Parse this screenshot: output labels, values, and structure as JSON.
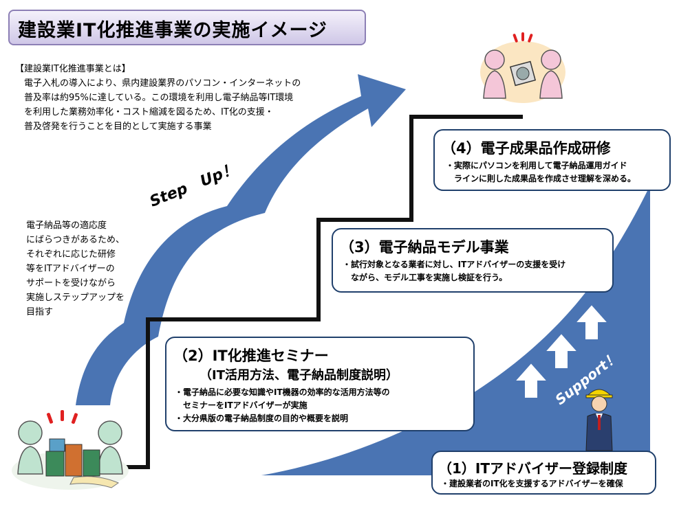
{
  "title": "建設業IT化推進事業の実施イメージ",
  "intro": {
    "lines": [
      "【建設業IT化推進事業とは】",
      "　電子入札の導入により、県内建設業界のパソコン・インターネットの",
      "　普及率は約95%に達している。この環境を利用し電子納品等IT環境",
      "　を利用した業務効率化・コスト縮減を図るため、IT化の支援・",
      "　普及啓発を行うことを目的として実施する事業"
    ]
  },
  "side_note": {
    "lines": [
      "電子納品等の適応度",
      "にばらつきがあるため、",
      "それぞれに応じた研修",
      "等をITアドバイザーの",
      "サポートを受けながら",
      "実施しステップアップを",
      "目指す"
    ]
  },
  "labels": {
    "step_up": "Step　Up！",
    "support": "Support！"
  },
  "steps": [
    {
      "title": "（1）ITアドバイザー登録制度",
      "subtitle": "",
      "bullets": [
        "・建設業者のIT化を支援するアドバイザーを確保"
      ]
    },
    {
      "title": "（2）IT化推進セミナー",
      "subtitle": "（IT活用方法、電子納品制度説明）",
      "bullets": [
        "・電子納品に必要な知識やIT機器の効率的な活用方法等の",
        "　セミナーをITアドバイザーが実施",
        "・大分県版の電子納品制度の目的や概要を説明"
      ]
    },
    {
      "title": "（3）電子納品モデル事業",
      "subtitle": "",
      "bullets": [
        "・試行対象となる業者に対し、ITアドバイザーの支援を受け",
        "　ながら、モデル工事を実施し検証を行う。"
      ]
    },
    {
      "title": "（4）電子成果品作成研修",
      "subtitle": "",
      "bullets": [
        "・実際にパソコンを利用して電子納品運用ガイド",
        "　ラインに則した成果品を作成させ理解を深める。"
      ]
    }
  ],
  "colors": {
    "support_blue": "#4a74b3",
    "box_border": "#1f3f6b",
    "title_fill": "#d7d0ec",
    "figure_pink": "#f4c6d8",
    "figure_green": "#bfe3cf",
    "alert_red": "#e02020"
  },
  "icons": [
    "worried-people-icon",
    "happy-people-icon",
    "advisor-icon",
    "up-arrow-icon"
  ]
}
